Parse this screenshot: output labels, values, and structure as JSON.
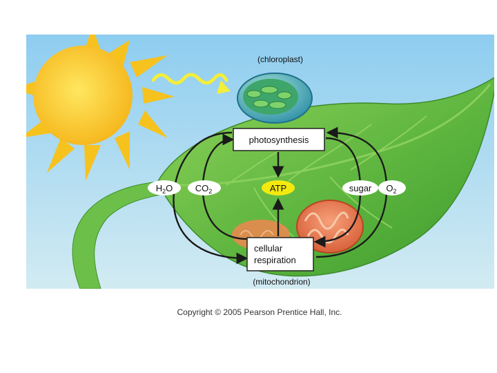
{
  "labels": {
    "chloroplast": "(chloroplast)",
    "mitochondrion": "(mitochondrion)",
    "photosynthesis": "photosynthesis",
    "respiration_line1": "cellular",
    "respiration_line2": "respiration",
    "atp": "ATP",
    "h2o": {
      "base": "H",
      "sub": "2",
      "tail": "O"
    },
    "co2": {
      "base": "CO",
      "sub": "2"
    },
    "sugar": "sugar",
    "o2": {
      "base": "O",
      "sub": "2"
    }
  },
  "copyright": "Copyright © 2005 Pearson Prentice Hall, Inc.",
  "colors": {
    "sky_top": "#8ecdf0",
    "sky_bottom": "#cde9f3",
    "leaf": "#5fb840",
    "sun": "#f6c21d",
    "atp": "#f4e90f",
    "arrow": "#1a1a1a"
  },
  "icons": [
    "sun-icon",
    "light-wave-icon",
    "chloroplast-icon",
    "mitochondrion-icon",
    "leaf-icon"
  ]
}
